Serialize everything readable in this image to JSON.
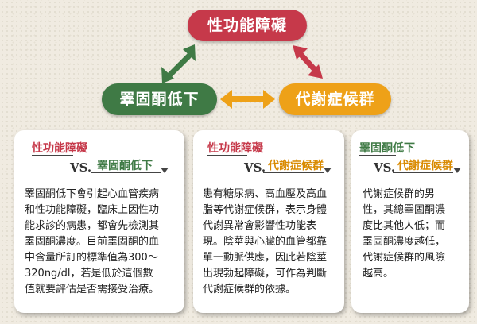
{
  "nodes": {
    "top": "性功能障礙",
    "left": "睪固酮低下",
    "right": "代謝症候群"
  },
  "cards": [
    {
      "title": "性功能障礙",
      "vs": "VS.",
      "subtitle": "睪固酮低下",
      "lines": [
        "睪固酮低下會引起心血管疾病",
        "和性功能障礙，臨床上因性功",
        "能求診的病患，都會先檢測其",
        "睪固酮濃度。目前睪固酮的血",
        "中含量所訂的標準值為300～",
        "320ng/dl，若是低於這個數",
        "值就要評估是否需接受治療。"
      ]
    },
    {
      "title": "性功能障礙",
      "vs": "VS.",
      "subtitle": "代謝症候群",
      "lines": [
        "患有糖尿病、高血壓及高血",
        "脂等代謝症候群，表示身體",
        "代謝異常會影響性功能表",
        "現。陰莖與心臟的血管都靠",
        "單一動脈供應，因此若陰莖",
        "出現勃起障礙，可作為判斷",
        "代謝症候群的依據。"
      ]
    },
    {
      "title": "睪固酮低下",
      "vs": "VS.",
      "subtitle": "代謝症候群",
      "lines": [
        "代謝症候群的男",
        "性，其總睪固酮濃",
        "度比其他人低；而",
        "睪固酮濃度越低，",
        "代謝症候群的風險",
        "越高。"
      ]
    }
  ],
  "colors": {
    "red": "#c6394a",
    "green": "#3f7a45",
    "orange": "#eea118"
  }
}
